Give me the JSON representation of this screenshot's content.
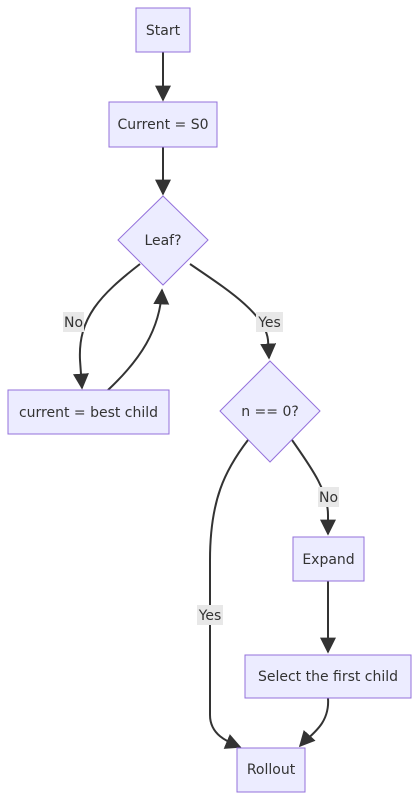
{
  "diagram": {
    "nodes": {
      "start": "Start",
      "current_s0": "Current = S0",
      "leaf": "Leaf?",
      "best_child": "current = best child",
      "n_zero": "n == 0?",
      "expand": "Expand",
      "select_first": "Select the first child",
      "rollout": "Rollout"
    },
    "edge_labels": {
      "leaf_no": "No",
      "leaf_yes": "Yes",
      "n_no": "No",
      "n_yes": "Yes"
    },
    "colors": {
      "node_fill": "#ececff",
      "node_stroke": "#9370db",
      "edge": "#333333",
      "label_bg": "#e8e8e8"
    }
  }
}
